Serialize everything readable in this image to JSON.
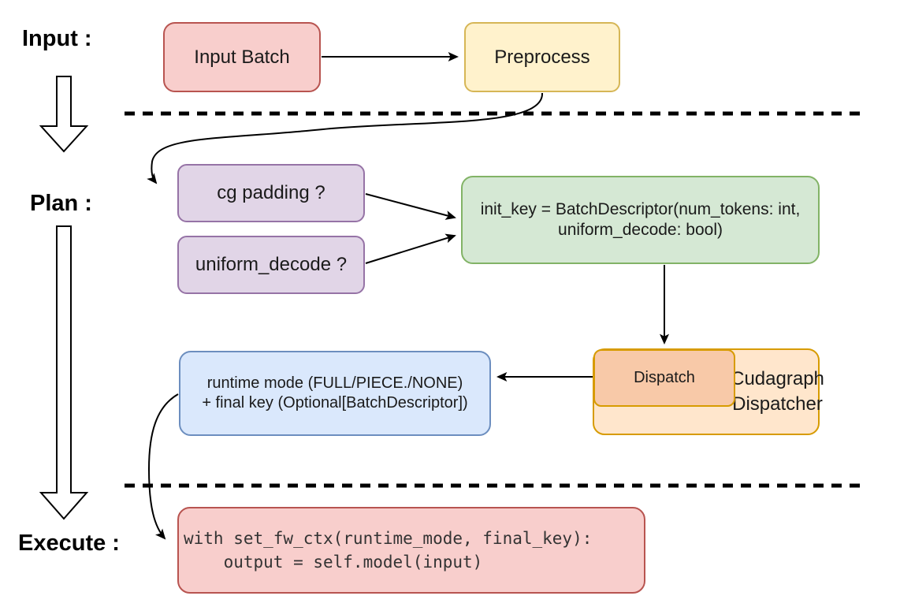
{
  "stages": {
    "input": "Input :",
    "plan": "Plan :",
    "execute": "Execute :"
  },
  "nodes": {
    "input_batch": "Input Batch",
    "preprocess": "Preprocess",
    "cg_padding": "cg padding ?",
    "uniform_decode": "uniform_decode ?",
    "init_key_line1": "init_key = BatchDescriptor(num_tokens: int,",
    "init_key_line2": "uniform_decode: bool)",
    "runtime_line1": "runtime mode (FULL/PIECE./NONE)",
    "runtime_line2": "+ final key (Optional[BatchDescriptor])",
    "dispatch": "Dispatch",
    "dispatcher_line1": "Cudagraph",
    "dispatcher_line2": "Dispatcher",
    "code_line1": "with set_fw_ctx(runtime_mode, final_key):",
    "code_line2": "    output = self.model(input)"
  },
  "colors": {
    "line_color": "#000000",
    "input_batch_fill": "#F8CECC",
    "input_batch_stroke": "#B85450",
    "preprocess_fill": "#FFF2CC",
    "preprocess_stroke": "#D6B656",
    "plan_question_fill": "#E1D5E7",
    "plan_question_stroke": "#9673A6",
    "init_key_fill": "#D5E8D4",
    "init_key_stroke": "#82B366",
    "runtime_fill": "#DAE8FC",
    "runtime_stroke": "#6C8EBF",
    "dispatcher_fill": "#FFE6CC",
    "dispatcher_stroke": "#D79B00",
    "dispatch_fill": "#F8C9A8",
    "code_fill": "#F8CECC",
    "code_stroke": "#B85450"
  }
}
